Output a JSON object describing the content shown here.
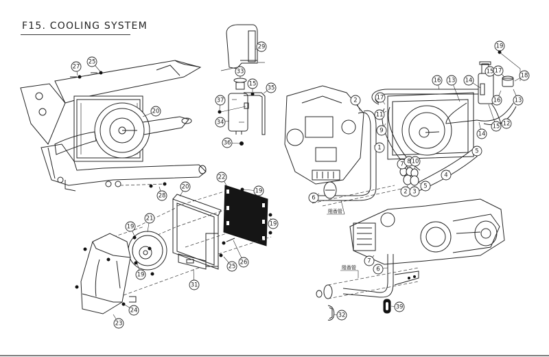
{
  "page": {
    "title": "F15. COOLING SYSTEM"
  },
  "annotations": {
    "pipe_note_upper": "阻香管",
    "pipe_note_lower": "阻香管"
  },
  "callouts": [
    {
      "id": "c29",
      "part": "29"
    },
    {
      "id": "c33",
      "part": "33"
    },
    {
      "id": "c15a",
      "part": "15"
    },
    {
      "id": "c35",
      "part": "35"
    },
    {
      "id": "c37",
      "part": "37"
    },
    {
      "id": "c34",
      "part": "34"
    },
    {
      "id": "c36",
      "part": "36"
    },
    {
      "id": "c27",
      "part": "27"
    },
    {
      "id": "c25a",
      "part": "25"
    },
    {
      "id": "c20a",
      "part": "20"
    },
    {
      "id": "c28",
      "part": "28"
    },
    {
      "id": "c20b",
      "part": "20"
    },
    {
      "id": "c22",
      "part": "22"
    },
    {
      "id": "c19a",
      "part": "19"
    },
    {
      "id": "c19b",
      "part": "19"
    },
    {
      "id": "c21",
      "part": "21"
    },
    {
      "id": "c19c",
      "part": "19"
    },
    {
      "id": "c19d",
      "part": "19"
    },
    {
      "id": "c26",
      "part": "26"
    },
    {
      "id": "c25b",
      "part": "25"
    },
    {
      "id": "c31",
      "part": "31"
    },
    {
      "id": "c24",
      "part": "24"
    },
    {
      "id": "c23",
      "part": "23"
    },
    {
      "id": "c2a",
      "part": "2"
    },
    {
      "id": "c17a",
      "part": "17"
    },
    {
      "id": "c11",
      "part": "11"
    },
    {
      "id": "c9",
      "part": "9"
    },
    {
      "id": "c1",
      "part": "1"
    },
    {
      "id": "c16a",
      "part": "16"
    },
    {
      "id": "c13a",
      "part": "13"
    },
    {
      "id": "c14a",
      "part": "14"
    },
    {
      "id": "c19e",
      "part": "19"
    },
    {
      "id": "c15b",
      "part": "15"
    },
    {
      "id": "c17b",
      "part": "17"
    },
    {
      "id": "c18",
      "part": "18"
    },
    {
      "id": "c16b",
      "part": "16"
    },
    {
      "id": "c13b",
      "part": "13"
    },
    {
      "id": "c15c",
      "part": "15"
    },
    {
      "id": "c14b",
      "part": "14"
    },
    {
      "id": "c12",
      "part": "12"
    },
    {
      "id": "c5a",
      "part": "5"
    },
    {
      "id": "c4",
      "part": "4"
    },
    {
      "id": "c7a",
      "part": "7"
    },
    {
      "id": "c8",
      "part": "8"
    },
    {
      "id": "c10",
      "part": "10"
    },
    {
      "id": "c2b",
      "part": "2"
    },
    {
      "id": "c3",
      "part": "3"
    },
    {
      "id": "c5b",
      "part": "5"
    },
    {
      "id": "c6a",
      "part": "6"
    },
    {
      "id": "c7b",
      "part": "7"
    },
    {
      "id": "c6b",
      "part": "6"
    },
    {
      "id": "c32",
      "part": "32"
    },
    {
      "id": "c39",
      "part": "39"
    }
  ]
}
